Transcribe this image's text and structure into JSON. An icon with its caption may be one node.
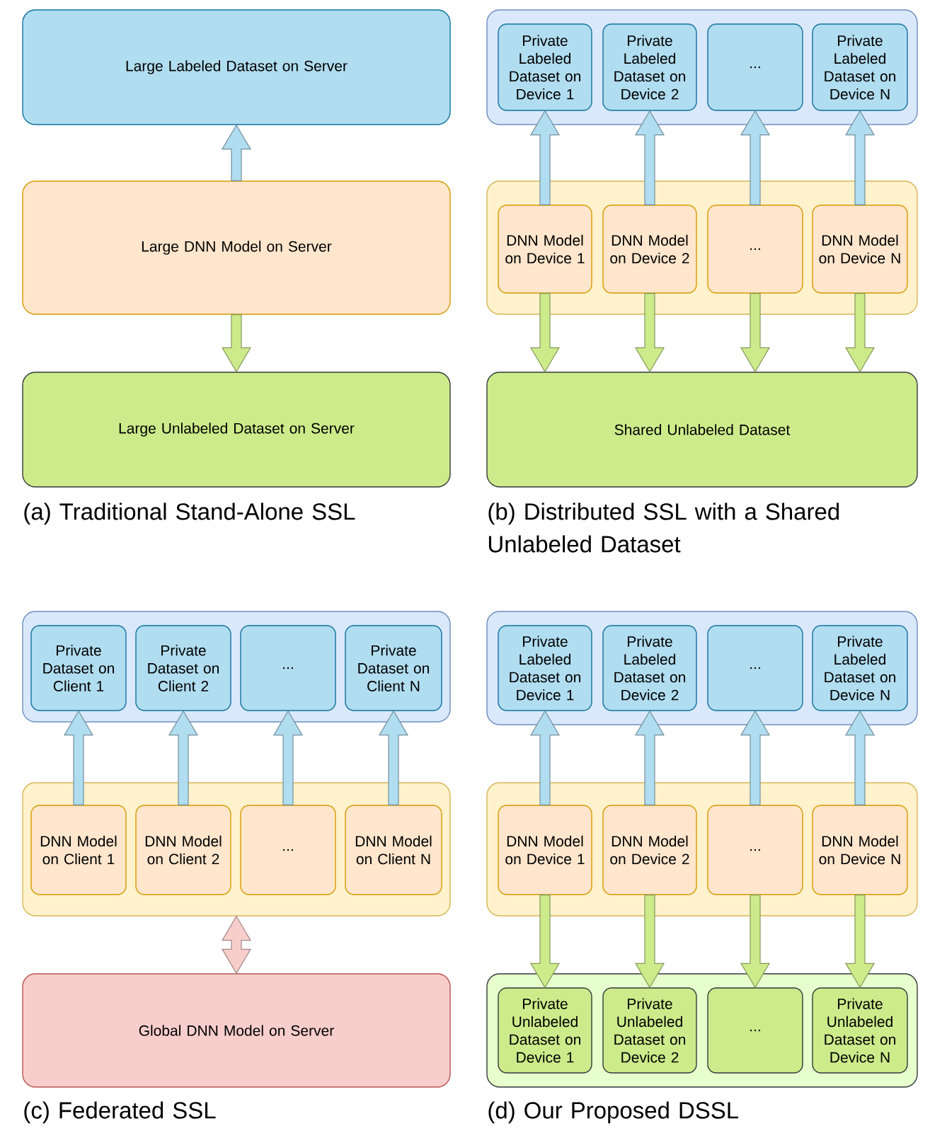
{
  "diagram": {
    "nodes": [
      {
        "text": [
          "Large Labeled Dataset on Server"
        ]
      },
      {
        "text": [
          "Large DNN Model on Server"
        ]
      },
      {
        "text": [
          "Large Unlabeled Dataset on Server"
        ]
      },
      {
        "text": [],
        "shape": "box"
      },
      {
        "text": [
          "Private Labeled Dataset on Device 1"
        ],
        "in": 3
      },
      {
        "text": [
          "Private Labeled Dataset on Device 2"
        ],
        "in": 3
      },
      {
        "text": [
          "..."
        ],
        "in": 3
      },
      {
        "text": [
          "Private Labeled Dataset on Device N"
        ],
        "in": 3
      },
      {
        "text": [],
        "shape": "box"
      },
      {
        "text": [
          "DNN Model on Device 1"
        ],
        "in": 8
      },
      {
        "text": [
          "DNN Model on Device 2"
        ],
        "in": 8
      },
      {
        "text": [
          "..."
        ],
        "in": 8
      },
      {
        "text": [
          "DNN Model on Device N"
        ],
        "in": 8
      },
      {
        "text": [
          "Shared Unlabeled Dataset"
        ]
      },
      {
        "text": [],
        "shape": "box"
      },
      {
        "text": [
          "Private Dataset on Client 1"
        ],
        "in": 14
      },
      {
        "text": [
          "Private Dataset on Client 2"
        ],
        "in": 14
      },
      {
        "text": [
          "..."
        ],
        "in": 14
      },
      {
        "text": [
          "Private Dataset on Client N"
        ],
        "in": 14
      },
      {
        "text": [],
        "shape": "box"
      },
      {
        "text": [
          "DNN Model on Client 1"
        ],
        "in": 19
      },
      {
        "text": [
          "DNN Model on Client 2"
        ],
        "in": 19
      },
      {
        "text": [
          "..."
        ],
        "in": 19
      },
      {
        "text": [
          "DNN Model on Client N"
        ],
        "in": 19
      },
      {
        "text": [
          "Global DNN Model on Server"
        ]
      },
      {
        "text": [],
        "shape": "box"
      },
      {
        "text": [
          "Private Labeled Dataset on Device 1"
        ],
        "in": 25
      },
      {
        "text": [
          "Private Labeled Dataset on Device 2"
        ],
        "in": 25
      },
      {
        "text": [
          "..."
        ],
        "in": 25
      },
      {
        "text": [
          "Private Labeled Dataset on Device N"
        ],
        "in": 25
      },
      {
        "text": [],
        "shape": "box"
      },
      {
        "text": [
          "DNN Model on Device 1"
        ],
        "in": 30
      },
      {
        "text": [
          "DNN Model on Device 2"
        ],
        "in": 30
      },
      {
        "text": [
          "..."
        ],
        "in": 30
      },
      {
        "text": [
          "DNN Model on Device N"
        ],
        "in": 30
      },
      {
        "text": [],
        "shape": "box"
      },
      {
        "text": [
          "Private Unlabeled Dataset on Device 1"
        ],
        "in": 35
      },
      {
        "text": [
          "Private Unlabeled Dataset on Device 2"
        ],
        "in": 35
      },
      {
        "text": [
          "..."
        ],
        "in": 35
      },
      {
        "text": [
          "Private Unlabeled Dataset on Device N"
        ],
        "in": 35
      }
    ],
    "edges": [
      {
        "from": 1,
        "to": 0,
        "arrow": "to"
      },
      {
        "from": 1,
        "to": 2,
        "arrow": "to",
        "color": "#cdeb8b"
      },
      {
        "from": 9,
        "to": 4,
        "arrow": "to"
      },
      {
        "from": 10,
        "to": 5,
        "arrow": "to"
      },
      {
        "from": 11,
        "to": 6,
        "arrow": "to"
      },
      {
        "from": 12,
        "to": 7,
        "arrow": "to"
      },
      {
        "from": 9,
        "to": 13,
        "arrow": "to",
        "color": "#cdeb8b"
      },
      {
        "from": 10,
        "to": 13,
        "arrow": "to",
        "color": "#cdeb8b"
      },
      {
        "from": 11,
        "to": 13,
        "arrow": "to",
        "color": "#cdeb8b"
      },
      {
        "from": 12,
        "to": 13,
        "arrow": "to",
        "color": "#cdeb8b"
      },
      {
        "from": 20,
        "to": 15,
        "arrow": "to"
      },
      {
        "from": 21,
        "to": 16,
        "arrow": "to"
      },
      {
        "from": 22,
        "to": 17,
        "arrow": "to"
      },
      {
        "from": 23,
        "to": 18,
        "arrow": "to"
      },
      {
        "from": 19,
        "to": 24,
        "arrow": "both",
        "color": "#f8cecc"
      },
      {
        "from": 31,
        "to": 26,
        "arrow": "to"
      },
      {
        "from": 32,
        "to": 27,
        "arrow": "to"
      },
      {
        "from": 33,
        "to": 28,
        "arrow": "to"
      },
      {
        "from": 34,
        "to": 29,
        "arrow": "to"
      },
      {
        "from": 31,
        "to": 36,
        "arrow": "to",
        "color": "#cdeb8b"
      },
      {
        "from": 32,
        "to": 37,
        "arrow": "to",
        "color": "#cdeb8b"
      },
      {
        "from": 33,
        "to": 38,
        "arrow": "to",
        "color": "#cdeb8b"
      },
      {
        "from": 34,
        "to": 39,
        "arrow": "to",
        "color": "#cdeb8b"
      }
    ],
    "labels": [
      "(a) Traditional Stand-Alone SSL",
      "(b) Distributed SSL with a Shared Unlabeled Dataset",
      "(c) Federated SSL",
      "(d) Our Proposed DSSL"
    ]
  }
}
